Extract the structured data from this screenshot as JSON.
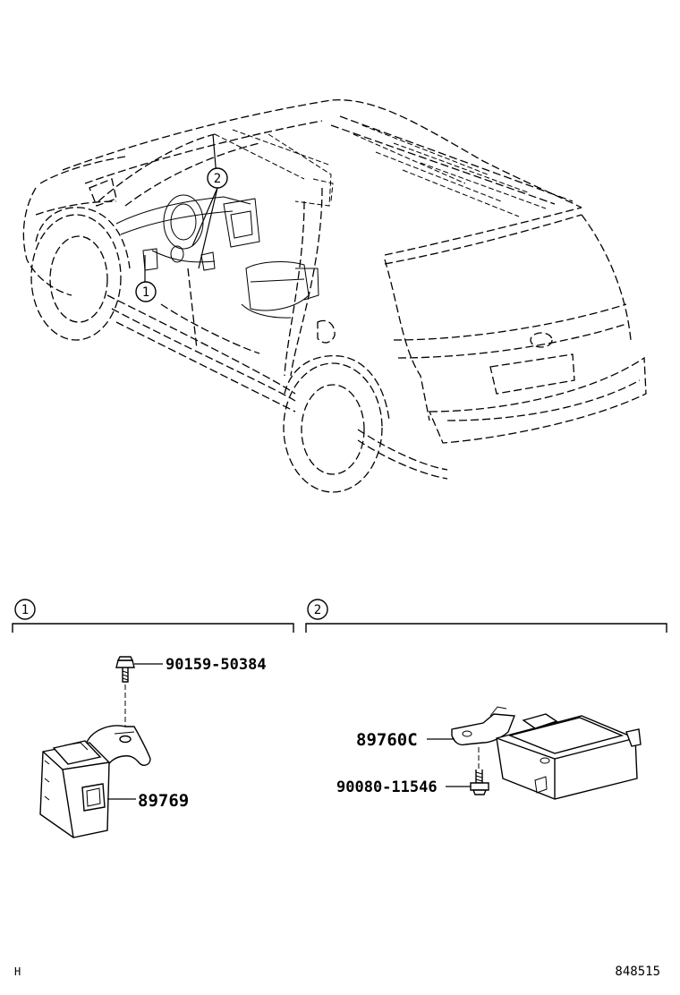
{
  "callouts": {
    "one": "1",
    "two": "2"
  },
  "group1": {
    "bolt_part": "90159-50384",
    "module_part": "89769"
  },
  "group2": {
    "bracket_part": "89760C",
    "bolt_part": "90080-11546"
  },
  "footer": {
    "left_mark": "H",
    "diagram_number": "848515"
  },
  "icons": [
    "vehicle-outline",
    "bolt-icon",
    "control-module-icon",
    "bracket-icon"
  ]
}
